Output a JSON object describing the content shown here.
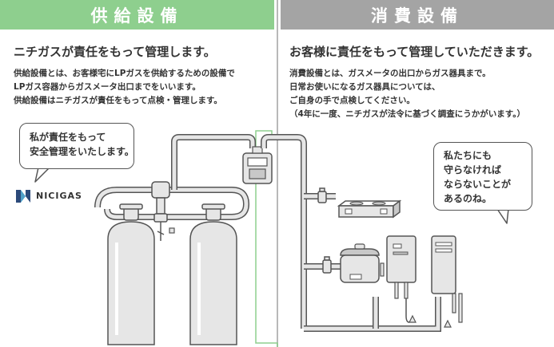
{
  "supply": {
    "banner": "供給設備",
    "heading": "ニチガスが責任をもって管理します。",
    "desc": [
      "供給設備とは、お客様宅にLPガスを供給するための設備で",
      "LPガス容器からガスメータ出口までをいいます。",
      "供給設備はニチガスが責任をもって点検・管理します。"
    ],
    "bubble": [
      "私が責任をもって",
      "安全管理をいたします。"
    ],
    "logo": "NICIGAS"
  },
  "consumer": {
    "banner": "消費設備",
    "heading": "お客様に責任をもって管理していただきます。",
    "desc": [
      "消費設備とは、ガスメータの出口からガス器具まで。",
      "日常お使いになるガス器具については、",
      "ご自身の手で点検してください。",
      "（4年に一度、ニチガスが法令に基づく調査にうかがいます。）"
    ],
    "bubble": [
      "私たちにも",
      "守らなければ",
      "ならないことが",
      "あるのね。"
    ]
  },
  "colors": {
    "supply_accent": "#8ecf8e",
    "consumer_accent": "#a4a4a4",
    "line": "#555555",
    "fill_light": "#e6e6e6",
    "fill_mid": "#c8c8c8"
  }
}
